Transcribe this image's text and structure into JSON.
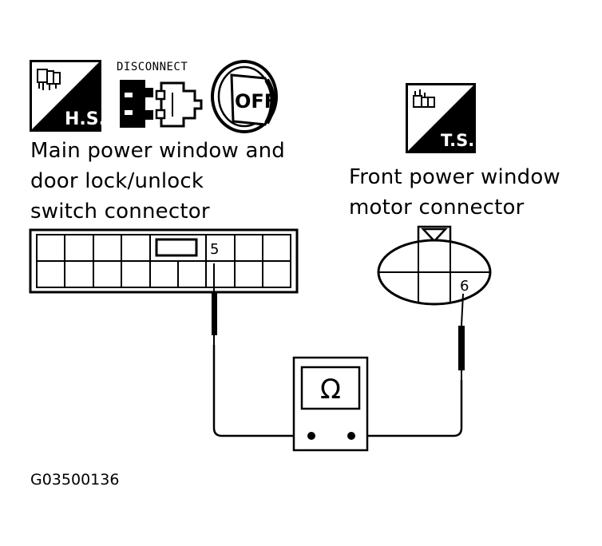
{
  "icons": {
    "harness_side": {
      "label": "H.S.",
      "icon": "harness-side-icon"
    },
    "disconnect": {
      "label": "DISCONNECT",
      "icon": "disconnect-connector-icon"
    },
    "ignition_off": {
      "label": "OFF",
      "icon": "ignition-key-off-icon"
    },
    "terminal_side": {
      "label": "T.S.",
      "icon": "terminal-side-icon"
    }
  },
  "main_switch_connector": {
    "caption_lines": [
      "Main power window and",
      "door lock/unlock",
      "switch connector"
    ],
    "terminal": "5"
  },
  "motor_connector": {
    "caption_lines": [
      "Front power window",
      "motor connector"
    ],
    "terminal": "6"
  },
  "meter": {
    "symbol": "Ω"
  },
  "figure_id": "G03500136"
}
